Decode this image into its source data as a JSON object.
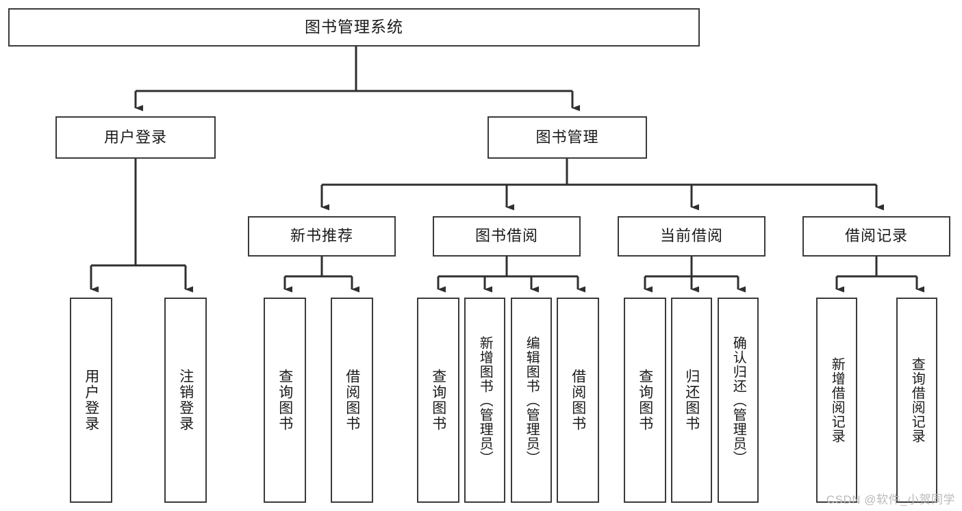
{
  "diagram": {
    "type": "tree-hierarchy",
    "title": "图书管理系统",
    "watermark": "CSDN @软件_小贺同学",
    "colors": {
      "background": "#ffffff",
      "box_border": "#3a3a3a",
      "box_fill": "#ffffff",
      "connector": "#2f2f2f",
      "text": "#1a1a1a",
      "watermark_text": "#b9b9b9"
    },
    "levels": {
      "level1": [
        {
          "id": "root",
          "label": "图书管理系统"
        }
      ],
      "level2": [
        {
          "id": "user-login",
          "label": "用户登录"
        },
        {
          "id": "book-manage",
          "label": "图书管理"
        }
      ],
      "level3": [
        {
          "id": "new-book-rec",
          "label": "新书推荐",
          "parent": "book-manage"
        },
        {
          "id": "book-borrow",
          "label": "图书借阅",
          "parent": "book-manage"
        },
        {
          "id": "current-borrow",
          "label": "当前借阅",
          "parent": "book-manage"
        },
        {
          "id": "borrow-record",
          "label": "借阅记录",
          "parent": "book-manage"
        }
      ],
      "level4": [
        {
          "id": "leaf-user-login",
          "label": "用户登录",
          "parent": "user-login"
        },
        {
          "id": "leaf-user-logout",
          "label": "注销登录",
          "parent": "user-login"
        },
        {
          "id": "leaf-query-book-1",
          "label": "查询图书",
          "parent": "new-book-rec"
        },
        {
          "id": "leaf-borrow-book-1",
          "label": "借阅图书",
          "parent": "new-book-rec"
        },
        {
          "id": "leaf-query-book-2",
          "label": "查询图书",
          "parent": "book-borrow"
        },
        {
          "id": "leaf-add-book",
          "label": "新增图书（管理员）",
          "parent": "book-borrow"
        },
        {
          "id": "leaf-edit-book",
          "label": "编辑图书（管理员）",
          "parent": "book-borrow"
        },
        {
          "id": "leaf-borrow-book-2",
          "label": "借阅图书",
          "parent": "book-borrow"
        },
        {
          "id": "leaf-query-book-3",
          "label": "查询图书",
          "parent": "current-borrow"
        },
        {
          "id": "leaf-return-book",
          "label": "归还图书",
          "parent": "current-borrow"
        },
        {
          "id": "leaf-confirm-return",
          "label": "确认归还（管理员）",
          "parent": "current-borrow"
        },
        {
          "id": "leaf-add-record",
          "label": "新增借阅记录",
          "parent": "borrow-record"
        },
        {
          "id": "leaf-query-record",
          "label": "查询借阅记录",
          "parent": "borrow-record"
        }
      ]
    }
  }
}
